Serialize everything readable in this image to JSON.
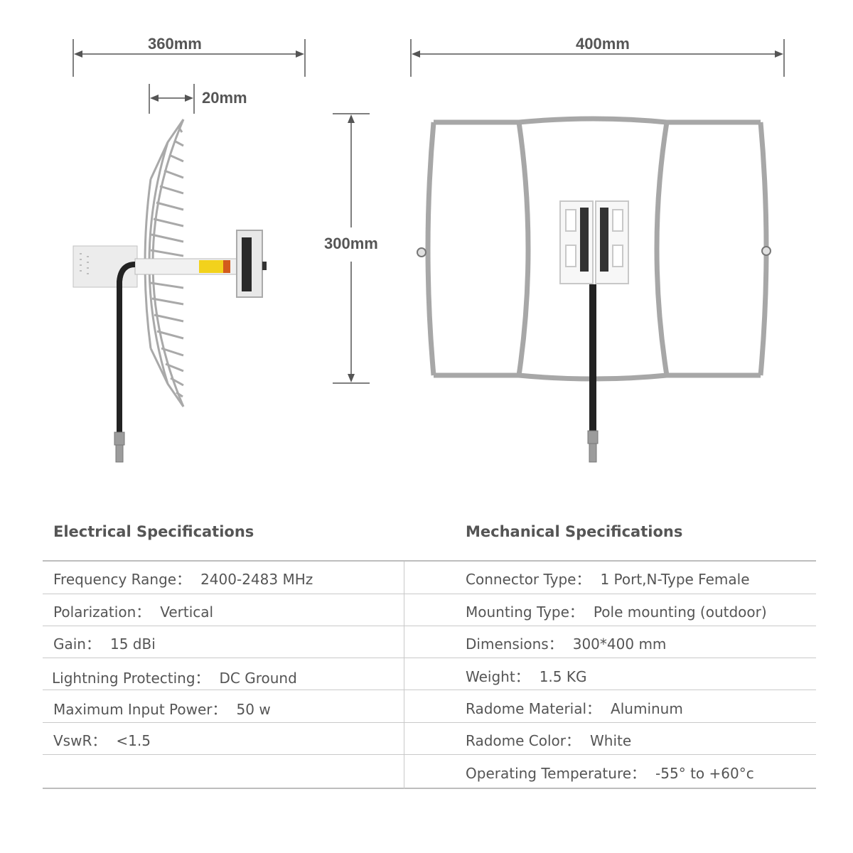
{
  "dimensions": {
    "side_width": "360mm",
    "depth": "20mm",
    "front_width": "400mm",
    "height": "300mm"
  },
  "electrical": {
    "heading": "Electrical Specifications",
    "rows": [
      {
        "label": "Frequency Range",
        "value": "2400-2483 MHz"
      },
      {
        "label": "Polarization",
        "value": "Vertical"
      },
      {
        "label": "Gain",
        "value": "15 dBi"
      },
      {
        "label": "Lightning Protecting",
        "value": "DC Ground"
      },
      {
        "label": "Maximum Input Power",
        "value": "50 w"
      },
      {
        "label": "VswR",
        "value": "<1.5"
      }
    ]
  },
  "mechanical": {
    "heading": "Mechanical Specifications",
    "rows": [
      {
        "label": "Connector Type",
        "value": "1 Port,N-Type Female"
      },
      {
        "label": "Mounting Type",
        "value": "Pole mounting (outdoor)"
      },
      {
        "label": "Dimensions",
        "value": "300*400 mm"
      },
      {
        "label": "Weight",
        "value": "1.5 KG"
      },
      {
        "label": "Radome Material",
        "value": "Aluminum"
      },
      {
        "label": "Radome Color",
        "value": "White"
      },
      {
        "label": "Operating Temperature",
        "value": "-55° to +60°c"
      }
    ]
  },
  "separator": "：",
  "colors": {
    "text": "#555555",
    "grid_metal": "#a8a8a8",
    "cable": "#222222",
    "rule": "#c9c9c9"
  }
}
